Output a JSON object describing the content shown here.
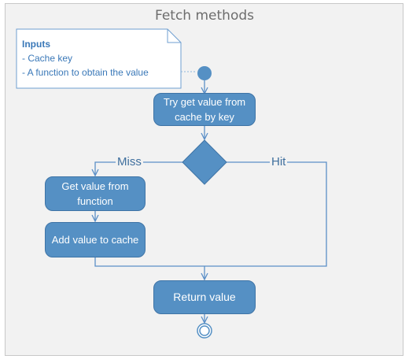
{
  "title": "Fetch methods",
  "note": {
    "heading": "Inputs",
    "lines": [
      "- Cache key",
      "- A function to obtain the value"
    ]
  },
  "nodes": {
    "try_get": "Try get value from cache by key",
    "get_from_function": "Get value from function",
    "add_to_cache": "Add value to cache",
    "return_value": "Return value"
  },
  "edges": {
    "miss": "Miss",
    "hit": "Hit"
  },
  "colors": {
    "node_fill": "#5590c4",
    "node_border": "#3f74a6",
    "connector": "#5b8fc7",
    "background": "#f2f2f2"
  }
}
